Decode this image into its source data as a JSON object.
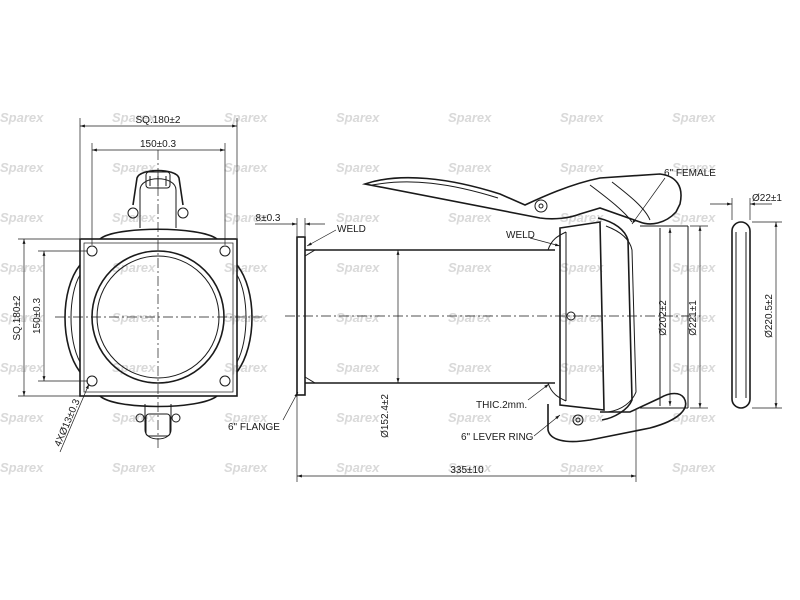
{
  "watermark": "Sparex",
  "dimensions": {
    "sq_outer": "SQ.180±2",
    "bolt_spacing": "150±0.3",
    "sq_outer_vertical": "SQ.180±2",
    "bolt_spacing_vertical": "150±0.3",
    "bolt_holes": "4XØ13±0.3",
    "flange_thickness": "8±0.3",
    "pipe_diameter": "Ø152.4±2",
    "inner_diameter": "Ø202±2",
    "outer_diameter": "Ø221±1",
    "total_length": "335±10",
    "ring_section": "Ø22±1",
    "ring_diameter": "Ø220.5±2"
  },
  "labels": {
    "weld_left": "WELD",
    "weld_right": "WELD",
    "flange": "6\" FLANGE",
    "female": "6\" FEMALE",
    "thickness": "THIC.2mm.",
    "lever_ring": "6\" LEVER RING"
  },
  "colors": {
    "line": "#1a1a1a",
    "watermark": "#d9d9d9",
    "background": "#ffffff"
  }
}
